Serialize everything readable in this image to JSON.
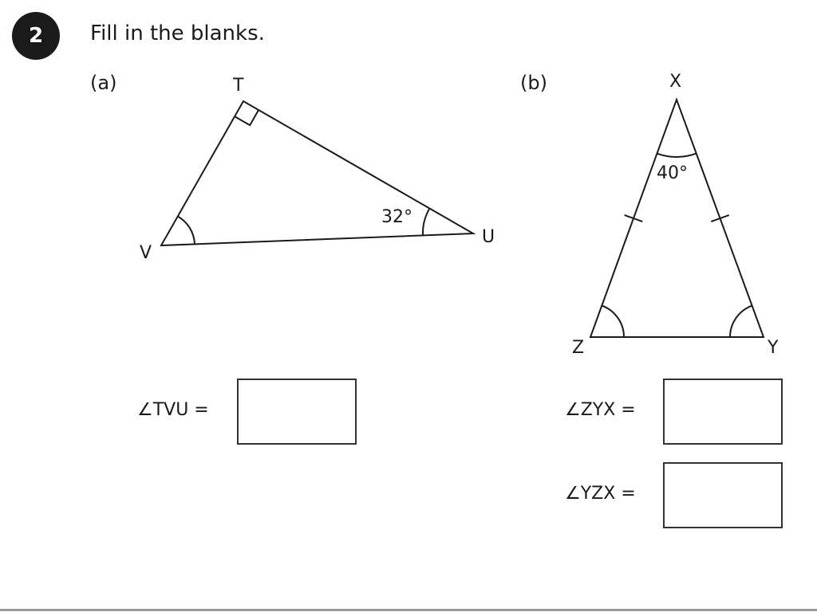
{
  "question": {
    "number": "2",
    "instruction": "Fill in the blanks."
  },
  "part_a": {
    "label": "(a)",
    "vertices": {
      "T": "T",
      "V": "V",
      "U": "U"
    },
    "given_angle": "32°",
    "answer_label": "∠TVU =",
    "answer_value": ""
  },
  "part_b": {
    "label": "(b)",
    "vertices": {
      "X": "X",
      "Y": "Y",
      "Z": "Z"
    },
    "given_angle": "40°",
    "answers": [
      {
        "label": "∠ZYX =",
        "value": ""
      },
      {
        "label": "∠YZX =",
        "value": ""
      }
    ]
  }
}
